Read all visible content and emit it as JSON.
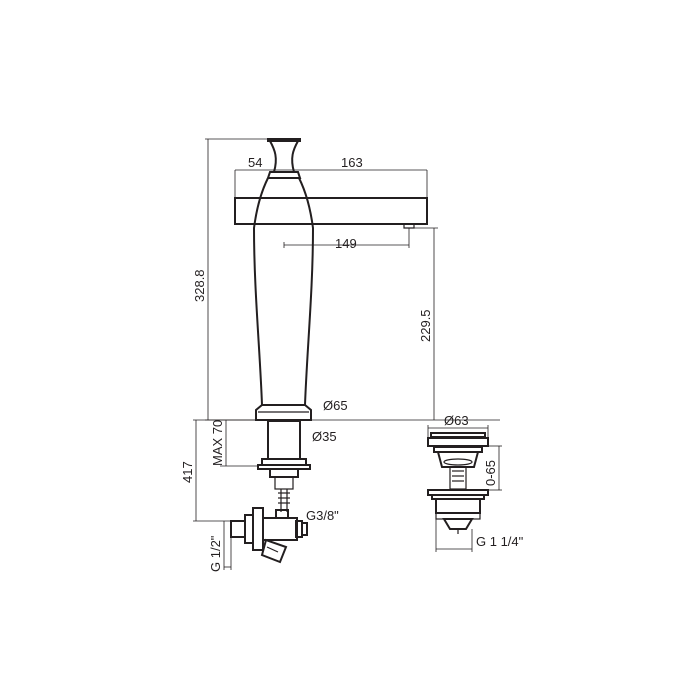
{
  "dimensions": {
    "spout_reach_top": "163",
    "handle_width": "54",
    "spout_reach_inner": "149",
    "total_height": "328.8",
    "spout_height": "229.5",
    "base_diameter": "Ø65",
    "shank_diameter": "Ø35",
    "max_deck": "MAX 70",
    "connection_height": "417",
    "supply_thread": "G 1/2\"",
    "hose_thread": "G3/8\"",
    "waste_diameter": "Ø63",
    "waste_adjust": "0-65",
    "waste_thread": "G 1 1/4\""
  }
}
